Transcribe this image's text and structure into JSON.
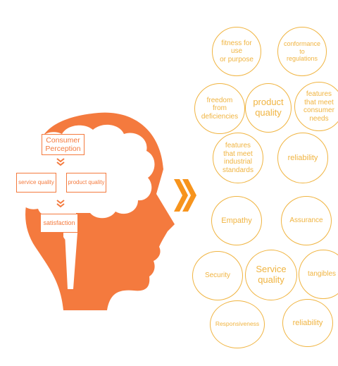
{
  "colors": {
    "head": "#f47a3e",
    "bubble": "#f0b441",
    "chevron": "#f7941d"
  },
  "head": {
    "consumer_perception": "Consumer\nPerception",
    "service_quality": "service quality",
    "product_quality": "product quality",
    "satisfaction": "satisfaction"
  },
  "product_bubbles": {
    "fitness": "fitness for\nuse\nor purpose",
    "conformance": "conformance\nto\nregulations",
    "freedom": "freedom\nfrom\ndeficiencies",
    "product_quality": "product\nquality",
    "consumer_needs": "features\nthat meet\nconsumer\nneeds",
    "industrial": "features\nthat meet\nindustrial\nstandards",
    "reliability": "reliability"
  },
  "service_bubbles": {
    "empathy": "Empathy",
    "assurance": "Assurance",
    "security": "Security",
    "service_quality": "Service\nquality",
    "tangibles": "tangibles",
    "responsiveness": "Responsiveness",
    "reliability": "reliability"
  }
}
